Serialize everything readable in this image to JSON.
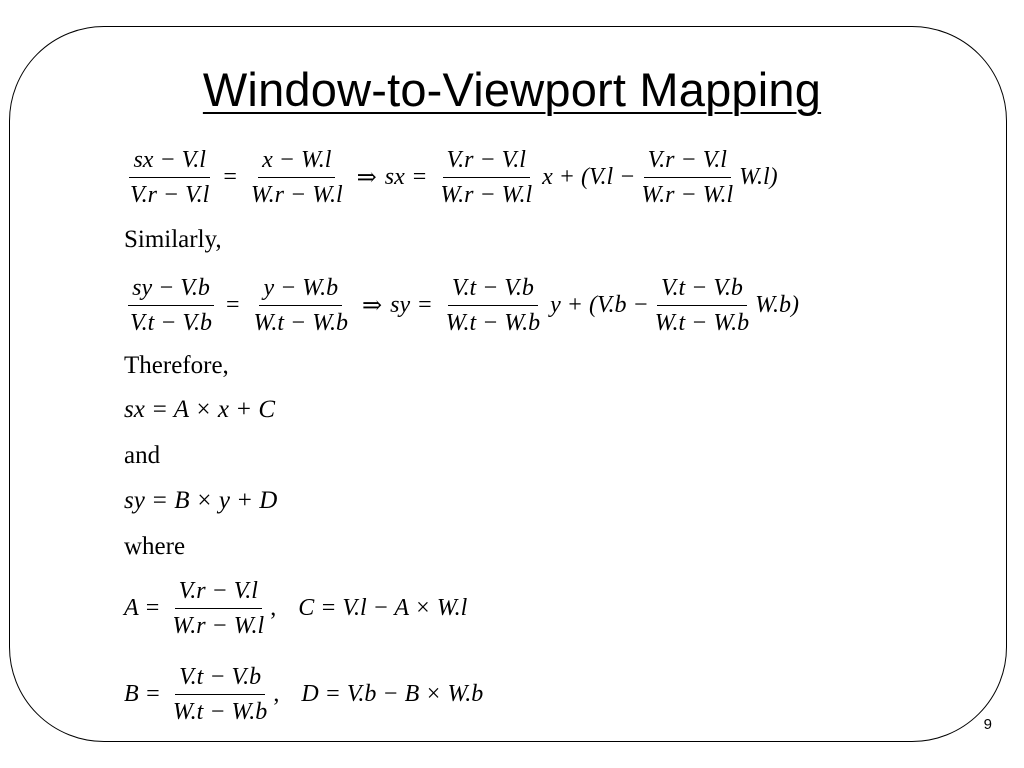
{
  "slide": {
    "title": "Window-to-Viewport Mapping",
    "page_number": "9"
  },
  "eq1": {
    "lhs_num": "sx − V.l",
    "lhs_den": "V.r − V.l",
    "mid_num": "x − W.l",
    "mid_den": "W.r − W.l",
    "rhs_var": "sx",
    "f1_num": "V.r − V.l",
    "f1_den": "W.r − W.l",
    "term": "x + (V.l −",
    "f2_num": "V.r − V.l",
    "f2_den": "W.r − W.l",
    "tail": "W.l)"
  },
  "label_similarly": "Similarly,",
  "eq2": {
    "lhs_num": "sy − V.b",
    "lhs_den": "V.t − V.b",
    "mid_num": "y − W.b",
    "mid_den": "W.t − W.b",
    "rhs_var": "sy",
    "f1_num": "V.t − V.b",
    "f1_den": "W.t − W.b",
    "term": "y + (V.b −",
    "f2_num": "V.t − V.b",
    "f2_den": "W.t − W.b",
    "tail": "W.b)"
  },
  "label_therefore": "Therefore,",
  "eq3": "sx = A × x + C",
  "label_and": "and",
  "eq4": "sy = B × y + D",
  "label_where": "where",
  "eq5": {
    "lhs": "A =",
    "num": "V.r − V.l",
    "den": "W.r − W.l",
    "sep": ",",
    "rhs": "C = V.l − A × W.l"
  },
  "eq6": {
    "lhs": "B =",
    "num": "V.t − V.b",
    "den": "W.t − W.b",
    "sep": ",",
    "rhs": "D = V.b − B × W.b"
  },
  "symbols": {
    "equals": "=",
    "implies": "⇒"
  }
}
